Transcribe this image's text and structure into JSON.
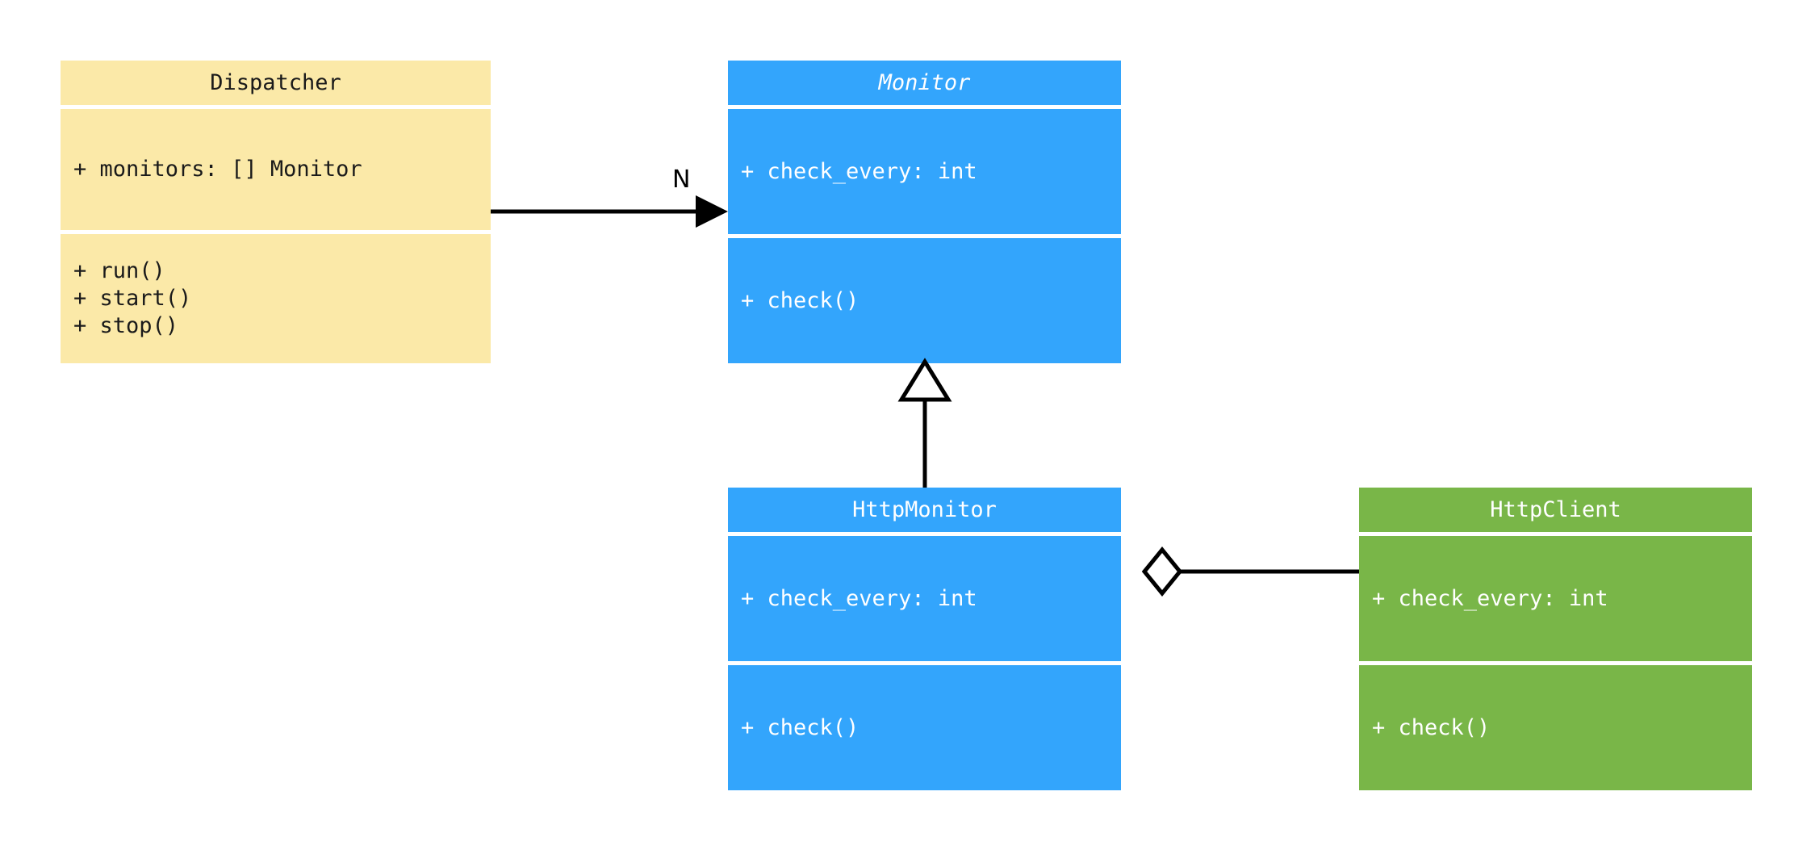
{
  "diagram": {
    "kind": "uml-class-diagram",
    "background": "#ffffff",
    "palette": {
      "yellow": "#fbe9a8",
      "blue": "#33a5fc",
      "green": "#79b648",
      "line": "#000000",
      "separator": "#ffffff",
      "dark_text": "#1a1a1a",
      "light_text": "#ffffff"
    }
  },
  "classes": {
    "dispatcher": {
      "name": "Dispatcher",
      "abstract": false,
      "color": "#fbe9a8",
      "attributes": [
        "+ monitors: [] Monitor"
      ],
      "methods": [
        "+ run()",
        "+ start()",
        "+ stop()"
      ]
    },
    "monitor": {
      "name": "Monitor",
      "abstract": true,
      "color": "#33a5fc",
      "attributes": [
        "+ check_every: int"
      ],
      "methods": [
        "+ check()"
      ]
    },
    "http_monitor": {
      "name": "HttpMonitor",
      "abstract": false,
      "color": "#33a5fc",
      "attributes": [
        "+ check_every: int"
      ],
      "methods": [
        "+ check()"
      ]
    },
    "http_client": {
      "name": "HttpClient",
      "abstract": false,
      "color": "#79b648",
      "attributes": [
        "+ check_every: int"
      ],
      "methods": [
        "+ check()"
      ]
    }
  },
  "relationships": {
    "dispatcher_to_monitor": {
      "type": "association",
      "from": "Dispatcher",
      "to": "Monitor",
      "multiplicity_label": "N",
      "arrow": "filled-triangle"
    },
    "http_monitor_to_monitor": {
      "type": "generalization",
      "from": "HttpMonitor",
      "to": "Monitor",
      "arrow": "hollow-triangle"
    },
    "http_monitor_to_http_client": {
      "type": "aggregation",
      "from": "HttpMonitor",
      "to": "HttpClient",
      "arrow": "hollow-diamond"
    }
  }
}
